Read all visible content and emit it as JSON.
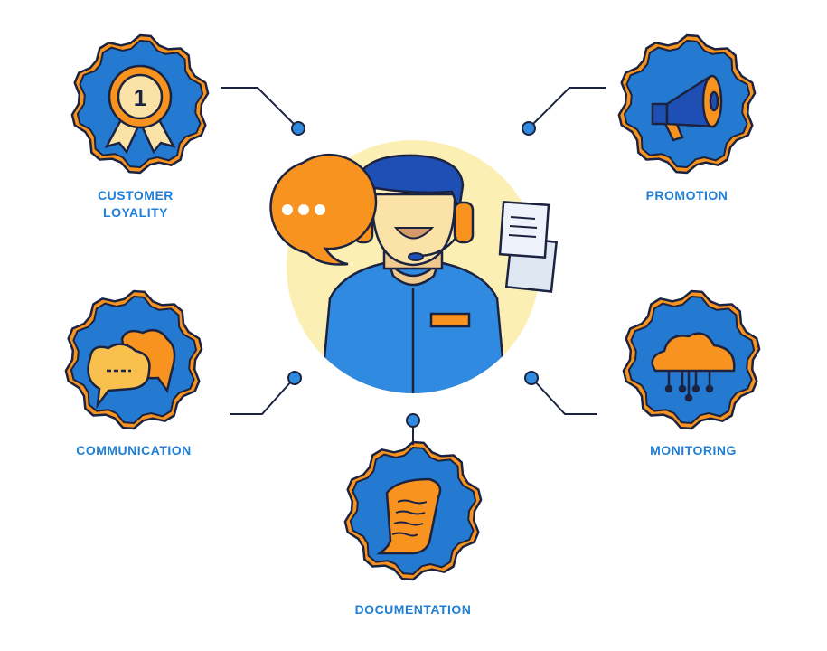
{
  "nodes": [
    {
      "id": "customer-loyalty",
      "label_lines": [
        "CUSTOMER",
        "LOYALITY"
      ],
      "icon": "award-ribbon-icon",
      "badge_number": "1"
    },
    {
      "id": "promotion",
      "label_lines": [
        "PROMOTION"
      ],
      "icon": "megaphone-icon"
    },
    {
      "id": "communication",
      "label_lines": [
        "COMMUNICATION"
      ],
      "icon": "chat-bubbles-icon"
    },
    {
      "id": "monitoring",
      "label_lines": [
        "MONITORING"
      ],
      "icon": "cloud-network-icon"
    },
    {
      "id": "documentation",
      "label_lines": [
        "DOCUMENTATION"
      ],
      "icon": "scroll-document-icon"
    }
  ],
  "center": {
    "icon": "support-agent-headset-icon"
  },
  "colors": {
    "blue": "#1f7fd6",
    "gear_blue": "#2479d0",
    "orange": "#f7931e",
    "yellow": "#fcefb4",
    "outline": "#1b2340"
  }
}
